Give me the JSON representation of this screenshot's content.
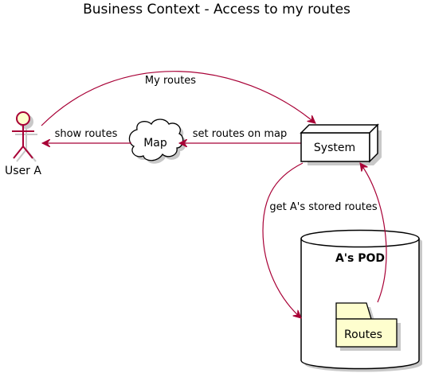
{
  "title": "Business Context - Access to my routes",
  "actor": {
    "label": "User A"
  },
  "nodes": {
    "map": "Map",
    "system": "System",
    "pod": "A's POD",
    "routes": "Routes"
  },
  "edges": {
    "my_routes": "My routes",
    "show_routes": "show routes",
    "set_routes": "set routes on map",
    "get_stored": "get A's stored routes"
  },
  "colors": {
    "arrow": "#A80036",
    "actor_fill": "#FEFECE",
    "folder_fill": "#FEFECE",
    "shadow": "#C8C8C8"
  }
}
